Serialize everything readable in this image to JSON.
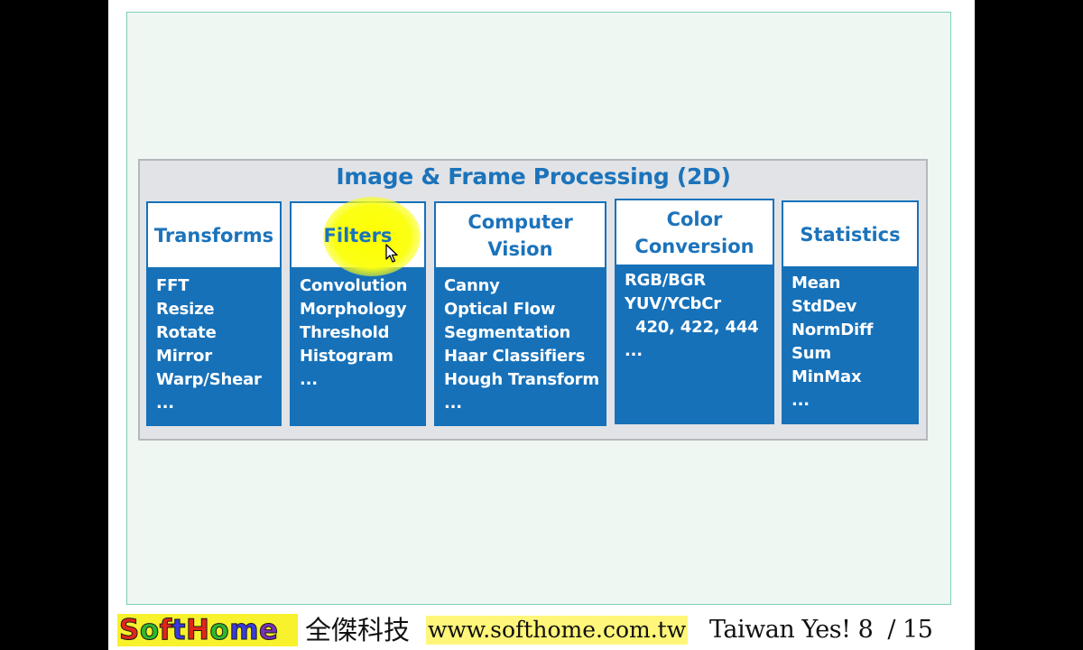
{
  "slide": {
    "panel_title": "Image & Frame Processing (2D)",
    "categories": [
      {
        "title": "Transforms",
        "items": [
          "FFT",
          "Resize",
          "Rotate",
          "Mirror",
          "Warp/Shear",
          "..."
        ]
      },
      {
        "title": "Filters",
        "items": [
          "Convolution",
          "Morphology",
          "Threshold",
          "Histogram",
          "..."
        ]
      },
      {
        "title": "Computer\nVision",
        "items": [
          "Canny",
          "Optical Flow",
          "Segmentation",
          "Haar Classifiers",
          "Hough Transform",
          "..."
        ]
      },
      {
        "title": "Color\nConversion",
        "items": [
          "RGB/BGR",
          "YUV/YCbCr",
          "  420, 422, 444",
          "..."
        ]
      },
      {
        "title": "Statistics",
        "items": [
          "Mean",
          "StdDev",
          "NormDiff",
          "Sum",
          "MinMax",
          "..."
        ]
      }
    ]
  },
  "footer": {
    "logo_letters": [
      {
        "char": "S",
        "color": "#e0261b"
      },
      {
        "char": "o",
        "color": "#2eb82e"
      },
      {
        "char": "f",
        "color": "#e0261b"
      },
      {
        "char": "t",
        "color": "#3a3adf"
      },
      {
        "char": "H",
        "color": "#e0261b"
      },
      {
        "char": "o",
        "color": "#2eb82e"
      },
      {
        "char": "m",
        "color": "#3a3adf"
      },
      {
        "char": "e",
        "color": "#7a2fb8"
      }
    ],
    "company": "全傑科技",
    "url": "www.softhome.com.tw",
    "slogan": "Taiwan Yes!",
    "page_current": "8",
    "page_total": "15",
    "page_text": "Taiwan Yes! 8  / 15"
  },
  "colors": {
    "accent_blue": "#1671b9",
    "slide_bg": "#eef7f2",
    "highlight": "#ffff00"
  },
  "icons": {
    "cursor": "mouse-pointer-icon"
  }
}
